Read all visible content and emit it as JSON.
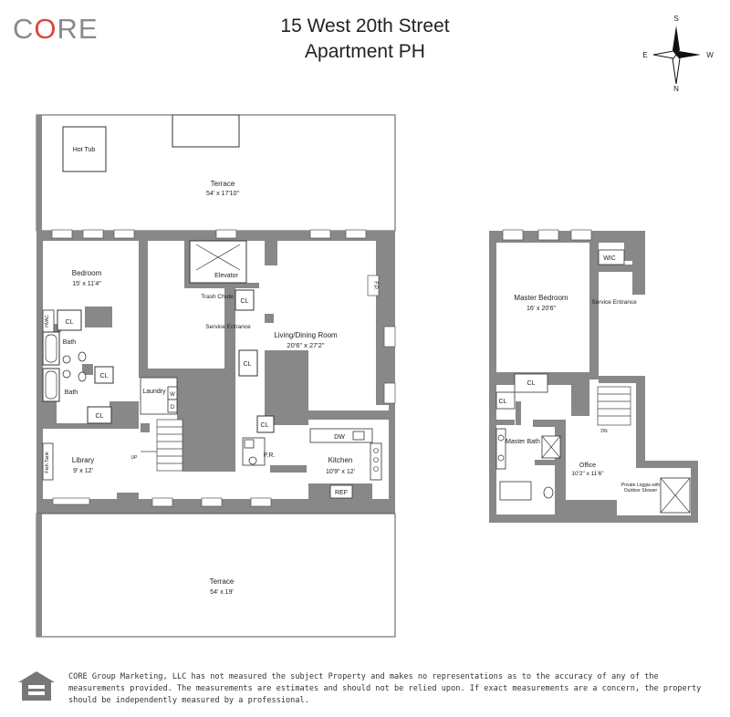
{
  "brand": {
    "logo_text": "CORE",
    "accent_color": "#e0443a",
    "logo_color": "#8a8a8a"
  },
  "header": {
    "address": "15 West 20th Street",
    "unit": "Apartment PH"
  },
  "compass": {
    "s": "S",
    "e": "E",
    "w": "W",
    "n": "N",
    "icon": "compass-rose-icon"
  },
  "lower_level": {
    "terrace_top": {
      "name": "Terrace",
      "size": "54' x 17'10\""
    },
    "hot_tub": "Hot Tub",
    "bedroom": {
      "name": "Bedroom",
      "size": "15' x 11'4\""
    },
    "hvac": "HVAC",
    "cl": "CL",
    "bath": "Bath",
    "elevator": "Elevator",
    "trash_chute": "Trash Chute",
    "service_entrance": "Service Entrance",
    "living": {
      "name": "Living/Dining Room",
      "size": "20'6\" x 27'2\""
    },
    "fp": "F.P.",
    "laundry": "Laundry",
    "w": "W",
    "d": "D",
    "library": {
      "name": "Library",
      "size": "9' x 12'"
    },
    "fish_tank": "Fish Tank",
    "pr": "P.R.",
    "kitchen": {
      "name": "Kitchen",
      "size": "10'9\" x 12'"
    },
    "dw": "DW",
    "ref": "REF",
    "terrace_bottom": {
      "name": "Terrace",
      "size": "54' x 19'"
    },
    "up": "UP"
  },
  "upper_level": {
    "master_bedroom": {
      "name": "Master Bedroom",
      "size": "16' x 20'6\""
    },
    "wic": "WIC",
    "service_entrance": "Service Entrance",
    "cl": "CL",
    "master_bath": "Master Bath",
    "office": {
      "name": "Office",
      "size": "10'2\" x 11'6\""
    },
    "dn": "DN",
    "loggia": "Private Loggia with Outdoor Shower"
  },
  "disclaimer": "CORE Group Marketing, LLC has not measured the subject Property and makes no representations as to the accuracy of any of the measurements provided. The measurements are estimates and should not be relied upon. If exact measurements are a concern, the property should be independently measured by a professional.",
  "footer_icon": "equal-housing-opportunity-icon"
}
